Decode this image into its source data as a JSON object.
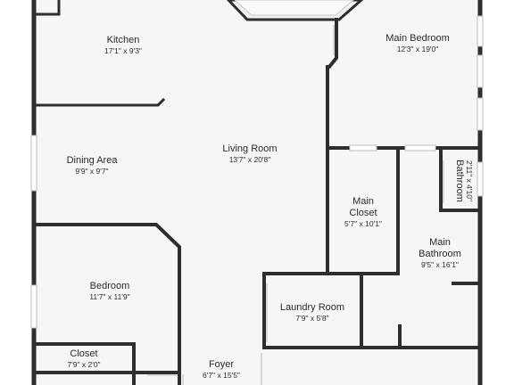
{
  "floor_plan": {
    "rooms": [
      {
        "id": "kitchen",
        "name": "Kitchen",
        "dimensions": "17'1\" x 9'3\""
      },
      {
        "id": "main-bedroom",
        "name": "Main Bedroom",
        "dimensions": "12'3\" x 19'0\""
      },
      {
        "id": "living-room",
        "name": "Living Room",
        "dimensions": "13'7\" x 20'8\""
      },
      {
        "id": "dining-area",
        "name": "Dining Area",
        "dimensions": "9'9\" x 9'7\""
      },
      {
        "id": "main-closet",
        "name": "Main Closet",
        "name_lines": [
          "Main",
          "Closet"
        ],
        "dimensions": "5'7\" x 10'1\""
      },
      {
        "id": "bathroom",
        "name": "Bathroom",
        "dimensions": "2'11\" x 4'10\""
      },
      {
        "id": "main-bathroom",
        "name": "Main Bathroom",
        "name_lines": [
          "Main",
          "Bathroom"
        ],
        "dimensions": "9'5\" x 16'1\""
      },
      {
        "id": "bedroom",
        "name": "Bedroom",
        "dimensions": "11'7\" x 11'9\""
      },
      {
        "id": "laundry-room",
        "name": "Laundry Room",
        "dimensions": "7'9\" x 5'8\""
      },
      {
        "id": "closet",
        "name": "Closet",
        "dimensions": "7'9\" x 2'0\""
      },
      {
        "id": "foyer",
        "name": "Foyer",
        "dimensions": "6'7\" x 15'5\""
      }
    ]
  }
}
